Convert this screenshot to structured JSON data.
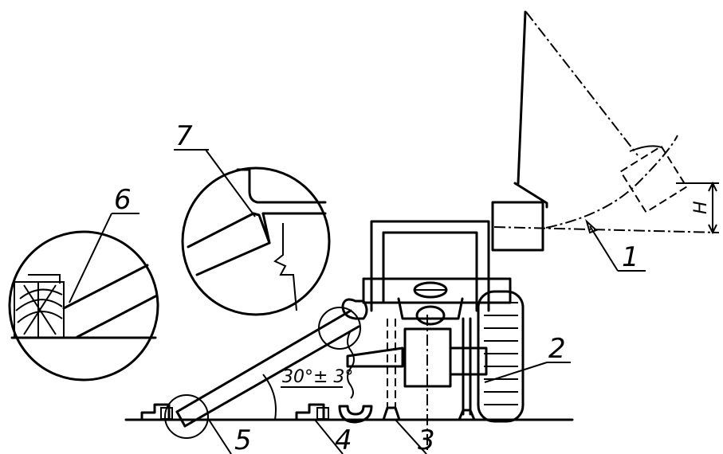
{
  "labels": {
    "l1": "1",
    "l2": "2",
    "l3": "3",
    "l4": "4",
    "l5": "5",
    "l6": "6",
    "l7": "7",
    "angle": "30°± 3°",
    "height": "H"
  }
}
